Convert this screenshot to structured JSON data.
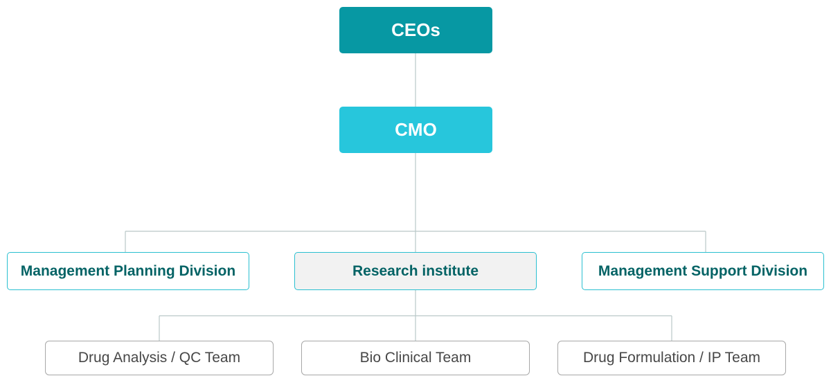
{
  "org_chart": {
    "ceo": {
      "label": "CEOs",
      "color": "#0798a3"
    },
    "cmo": {
      "label": "CMO",
      "color": "#27c6dc"
    },
    "divisions": [
      {
        "label": "Management Planning Division"
      },
      {
        "label": "Research institute"
      },
      {
        "label": "Management Support Division"
      }
    ],
    "teams": [
      {
        "label": "Drug Analysis / QC Team"
      },
      {
        "label": "Bio Clinical Team"
      },
      {
        "label": "Drug Formulation / IP Team"
      }
    ],
    "colors": {
      "division_text": "#046365",
      "division_border": "#29bfd0",
      "connector": "#b9c7c8",
      "team_border": "#a7a7a7",
      "team_text": "#474747"
    }
  }
}
